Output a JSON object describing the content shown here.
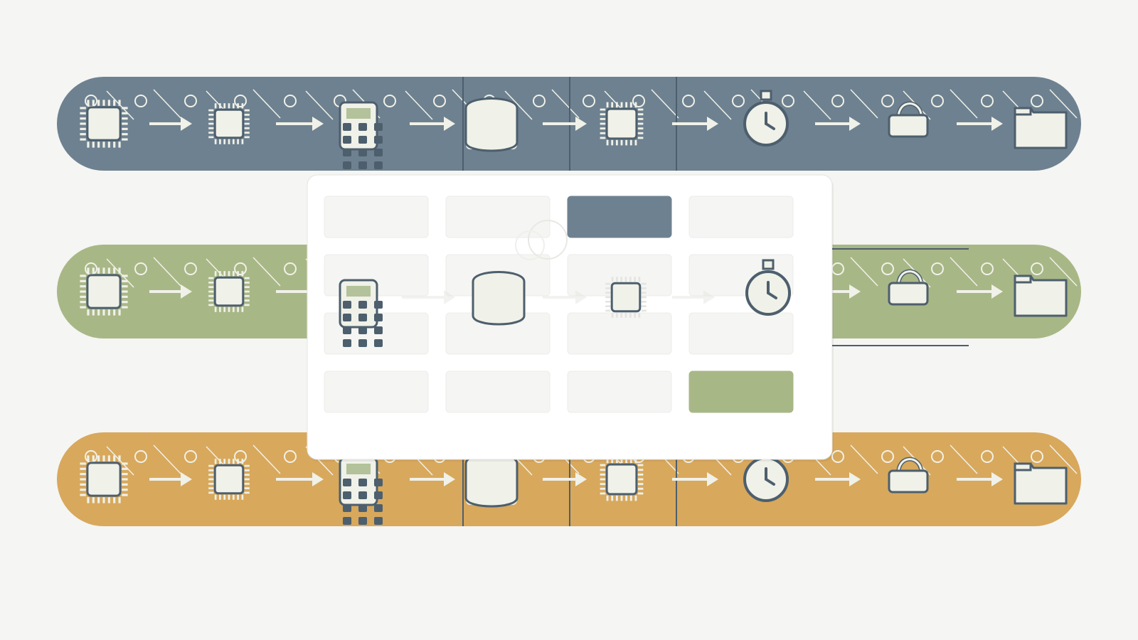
{
  "colors": {
    "background": "#f5f5f3",
    "slate": "#6e8190",
    "sage": "#a8b786",
    "amber": "#d8a85c",
    "dark_line": "#4d5f6d",
    "icon_fill": "#f0f1e8",
    "panel": "#ffffff",
    "tile": "#f5f5f3",
    "tile_border": "#ececea",
    "highlight_slate": "#6e8190",
    "highlight_sage": "#a8b786",
    "screen_green": "#b3c29a"
  },
  "lanes": [
    {
      "name": "lane-slate",
      "color": "slate",
      "icons": [
        "cpu-chip-icon",
        "cpu-chip-icon",
        "calculator-icon",
        "database-drum-icon",
        "cpu-chip-icon",
        "stopwatch-icon",
        "unlocked-padlock-icon",
        "folder-icon"
      ]
    },
    {
      "name": "lane-sage",
      "color": "sage",
      "icons": [
        "cpu-chip-icon",
        "cpu-chip-icon",
        "calculator-icon",
        "database-drum-icon",
        "cpu-chip-icon",
        "stopwatch-icon",
        "unlocked-padlock-icon",
        "folder-icon"
      ]
    },
    {
      "name": "lane-amber",
      "color": "amber",
      "icons": [
        "cpu-chip-icon",
        "cpu-chip-icon",
        "calculator-icon",
        "database-drum-icon",
        "cpu-chip-icon",
        "stopwatch-icon",
        "unlocked-padlock-icon",
        "folder-icon"
      ]
    }
  ],
  "overlay_panel": {
    "grid_rows": 4,
    "grid_cols": 4,
    "highlighted_tiles": [
      {
        "row": 0,
        "col": 2,
        "color": "highlight_slate"
      },
      {
        "row": 3,
        "col": 3,
        "color": "highlight_sage"
      }
    ],
    "icons": [
      "calculator-icon",
      "database-drum-icon",
      "cpu-chip-icon",
      "stopwatch-icon"
    ]
  }
}
